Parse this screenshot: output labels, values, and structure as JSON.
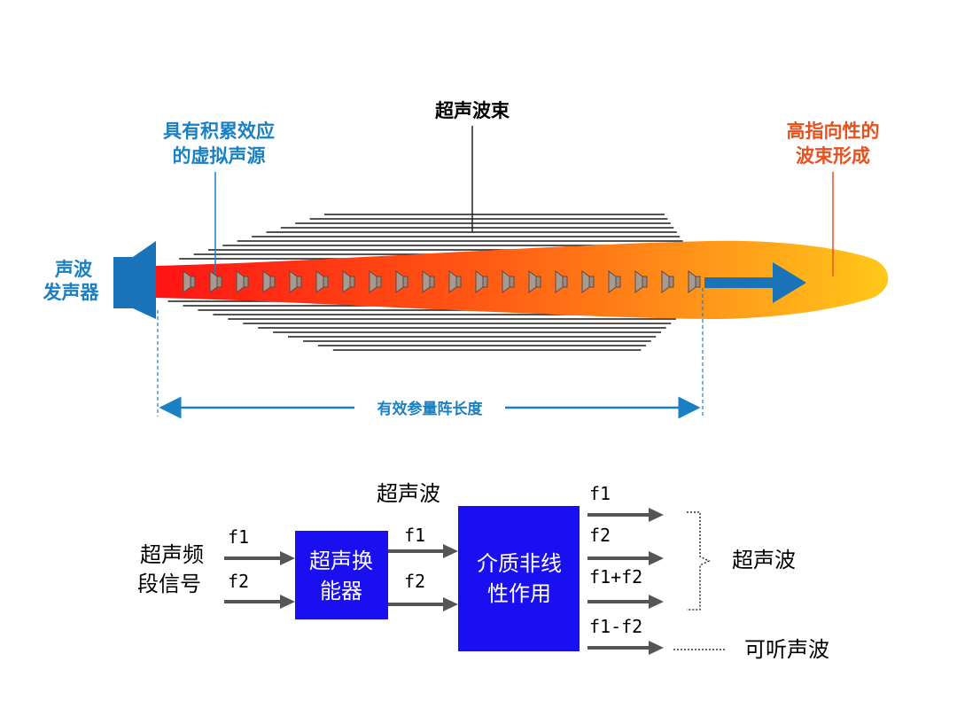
{
  "colors": {
    "blue_text": "#1a80c4",
    "orange_text": "#e8501e",
    "speaker_blue": "#1a72b8",
    "box_blue": "#1a0ff0",
    "arrow_gray": "#555555",
    "beam_start": "#ff1a1a",
    "beam_end": "#ffc21a"
  },
  "top": {
    "emitter_label": [
      "声波",
      "发声器"
    ],
    "virtual_source_label": [
      "具有积累效应",
      "的虚拟声源"
    ],
    "beam_label": "超声波束",
    "directional_label": [
      "高指向性的",
      "波束形成"
    ],
    "array_length_label": "有效参量阵长度",
    "speaker_icon": "speaker-icon",
    "virtual_source_count": 20
  },
  "bottom": {
    "input_label": [
      "超声频",
      "段信号"
    ],
    "in_f1": "f1",
    "in_f2": "f2",
    "transducer": [
      "超声换",
      "能器"
    ],
    "mid_f1": "f1",
    "mid_f2": "f2",
    "ultrasonic_top": "超声波",
    "medium": [
      "介质非线",
      "性作用"
    ],
    "out_f1": "f1",
    "out_f2": "f2",
    "out_sum": "f1+f2",
    "out_diff": "f1-f2",
    "ultrasonic_right": "超声波",
    "audible": "可听声波"
  }
}
